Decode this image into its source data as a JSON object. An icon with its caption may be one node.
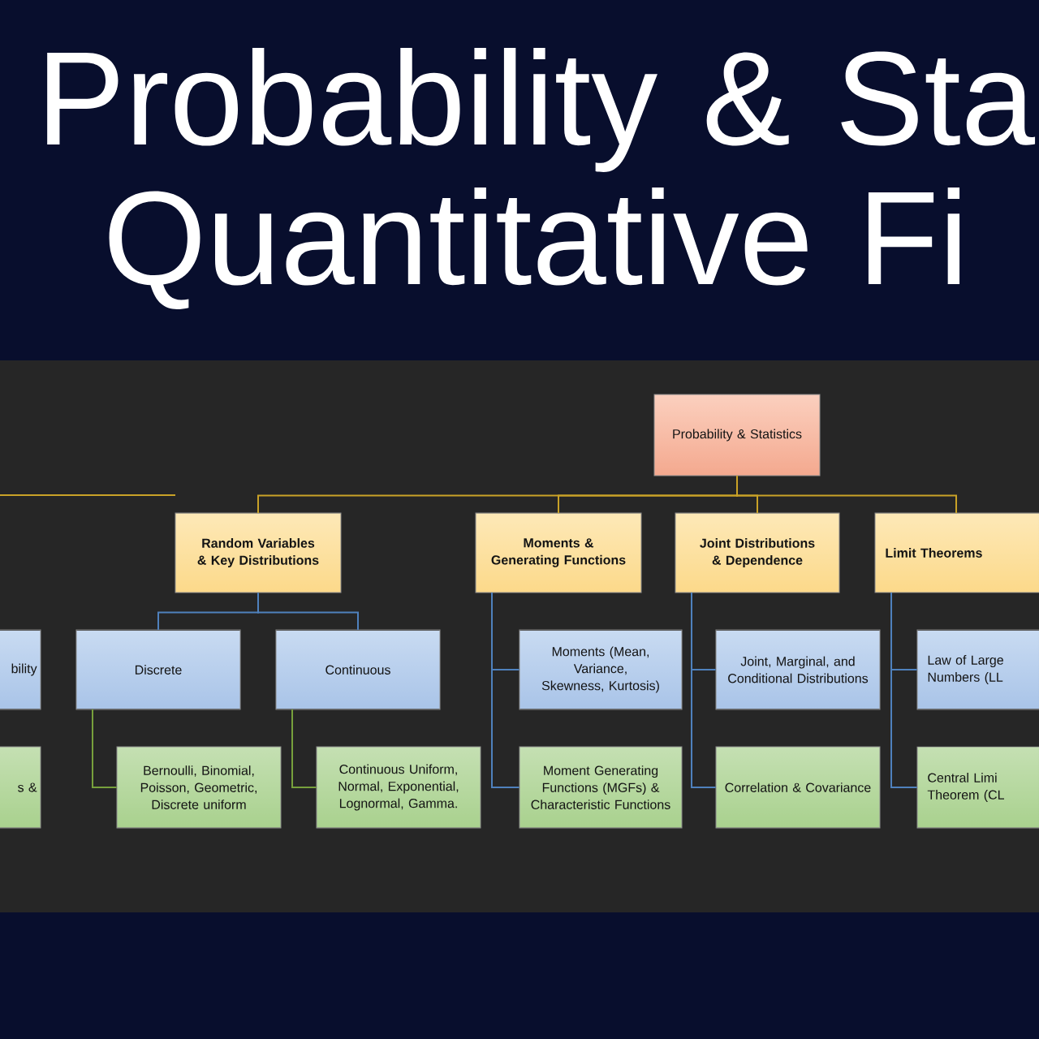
{
  "diagram": {
    "title": "Probability & Sta Quantitative Fi",
    "nodes": [
      {
        "text": [
          "Probability & Statistics"
        ]
      },
      {
        "text": [
          "**Random Variables &** Key Distributions"
        ]
      },
      {
        "text": [
          "Moments & Generating Functions"
        ]
      },
      {
        "text": [
          "Joint Distributions & Dependence"
        ]
      },
      {
        "text": [
          "Limit Theorems"
        ]
      },
      {
        "text": [
          "bility"
        ]
      },
      {
        "text": [
          "Discrete"
        ]
      },
      {
        "text": [
          "Continuous"
        ]
      },
      {
        "text": [
          "Moments (Mean, Variance, Skewness, Kurtosis)"
        ]
      },
      {
        "text": [
          "Joint, Marginal, and Conditional Distributions"
        ]
      },
      {
        "text": [
          "Law of Large Numbers (LL"
        ]
      },
      {
        "text": [
          "s &"
        ]
      },
      {
        "text": [
          "Bernoulli, Binomial, Poisson, Geometric, Discrete uniform"
        ]
      },
      {
        "text": [
          "Continuous Uniform, Normal, Exponential, Lognormal, Gamma."
        ]
      },
      {
        "text": [
          "Moment Generating Functions (MGFs) & Characteristic Functions"
        ]
      },
      {
        "text": [
          "Correlation & Covariance"
        ]
      },
      {
        "text": [
          "Central Limi Theorem (CL"
        ]
      }
    ],
    "edges": [
      {
        "from": 0,
        "to": 1,
        "arrow": "none",
        "color": "#c9a227"
      },
      {
        "from": 0,
        "to": 2,
        "arrow": "none",
        "color": "#c9a227"
      },
      {
        "from": 0,
        "to": 3,
        "arrow": "none",
        "color": "#c9a227"
      },
      {
        "from": 0,
        "to": 4,
        "arrow": "none",
        "color": "#c9a227"
      },
      {
        "from": 1,
        "to": 6,
        "arrow": "none"
      },
      {
        "from": 1,
        "to": 7,
        "arrow": "none"
      },
      {
        "from": 6,
        "to": 12,
        "arrow": "none",
        "color": "#77a03c"
      },
      {
        "from": 7,
        "to": 13,
        "arrow": "none",
        "color": "#77a03c"
      },
      {
        "from": 2,
        "to": 8,
        "arrow": "none"
      },
      {
        "from": 2,
        "to": 14,
        "arrow": "none"
      },
      {
        "from": 3,
        "to": 9,
        "arrow": "none"
      },
      {
        "from": 3,
        "to": 15,
        "arrow": "none"
      },
      {
        "from": 4,
        "to": 10,
        "arrow": "none"
      },
      {
        "from": 4,
        "to": 16,
        "arrow": "none"
      }
    ]
  }
}
